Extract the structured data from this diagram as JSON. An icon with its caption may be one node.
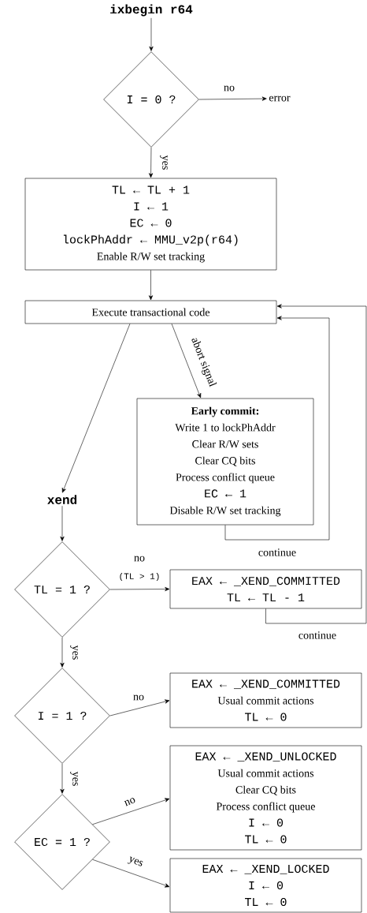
{
  "diagram": {
    "nodes": [
      {
        "text": [
          "ixbegin r64"
        ]
      },
      {
        "text": [
          "I = 0 ?"
        ]
      },
      {
        "text": [
          "error"
        ]
      },
      {
        "text": [
          "TL ← TL + 1",
          "I ← 1",
          "EC ← 0",
          "lockPhAddr ← MMU_v2p(r64)",
          "Enable R/W set tracking"
        ]
      },
      {
        "text": [
          "Execute transactional code"
        ]
      },
      {
        "text": [
          "Early commit:",
          "Write 1 to lockPhAddr",
          "Clear R/W sets",
          "Clear CQ bits",
          "Process conflict queue",
          "EC ← 1",
          "Disable R/W set tracking"
        ]
      },
      {
        "text": [
          "xend"
        ]
      },
      {
        "text": [
          "TL = 1 ?"
        ]
      },
      {
        "text": [
          "EAX ← _XEND_COMMITTED",
          "TL ← TL - 1"
        ]
      },
      {
        "text": [
          "I = 1 ?"
        ]
      },
      {
        "text": [
          "EAX ← _XEND_COMMITTED",
          "Usual commit actions",
          "TL ← 0"
        ]
      },
      {
        "text": [
          "EC = 1 ?"
        ]
      },
      {
        "text": [
          "EAX ← _XEND_UNLOCKED",
          "Usual commit actions",
          "Clear CQ bits",
          "Process conflict queue",
          "I ← 0",
          "TL ← 0"
        ]
      },
      {
        "text": [
          "EAX ← _XEND_LOCKED",
          "I ← 0",
          "TL ← 0"
        ]
      }
    ],
    "edges": [
      {
        "from": 0,
        "to": 1,
        "arrow": "to"
      },
      {
        "from": 1,
        "to": 2,
        "arrow": "to",
        "label": "no"
      },
      {
        "from": 1,
        "to": 3,
        "arrow": "to",
        "label": "yes"
      },
      {
        "from": 3,
        "to": 4,
        "arrow": "to"
      },
      {
        "from": 4,
        "to": 5,
        "arrow": "to",
        "label": "abort signal"
      },
      {
        "from": 4,
        "to": 6,
        "arrow": "to"
      },
      {
        "from": 5,
        "to": 4,
        "arrow": "to",
        "label": "continue"
      },
      {
        "from": 8,
        "to": 4,
        "arrow": "to",
        "label": "continue"
      },
      {
        "from": 6,
        "to": 7,
        "arrow": "to"
      },
      {
        "from": 7,
        "to": 8,
        "arrow": "to",
        "label": "no"
      },
      {
        "from": 7,
        "to": 9,
        "arrow": "to",
        "label": "yes"
      },
      {
        "from": 9,
        "to": 10,
        "arrow": "to",
        "label": "no"
      },
      {
        "from": 9,
        "to": 11,
        "arrow": "to",
        "label": "yes"
      },
      {
        "from": 11,
        "to": 12,
        "arrow": "to",
        "label": "no"
      },
      {
        "from": 11,
        "to": 13,
        "arrow": "to",
        "label": "yes"
      }
    ],
    "labels": [
      "(TL > 1)"
    ]
  }
}
